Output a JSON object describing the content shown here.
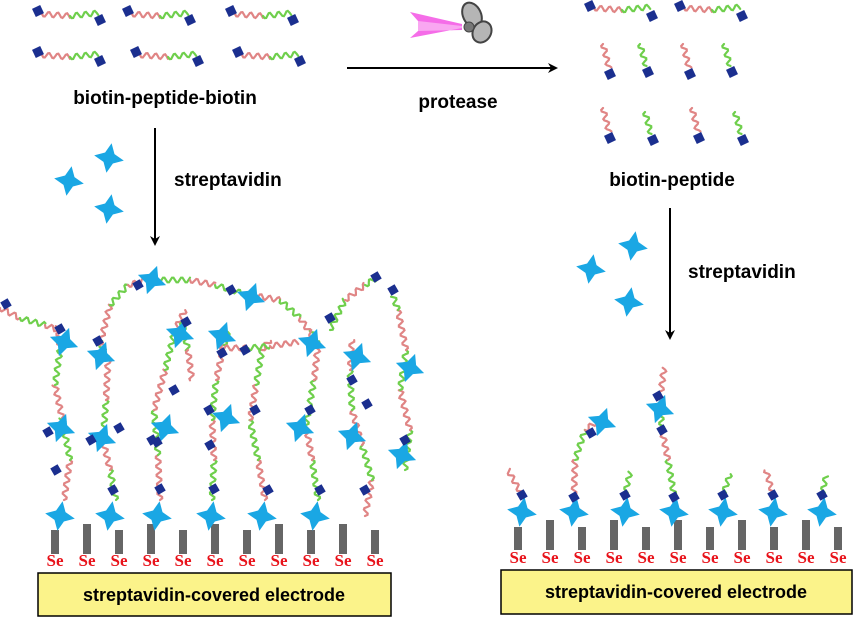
{
  "labels": {
    "biotin_peptide_biotin": "biotin-peptide-biotin",
    "protease": "protease",
    "biotin_peptide": "biotin-peptide",
    "streptavidin_left": "streptavidin",
    "streptavidin_right": "streptavidin",
    "electrode_left": "streptavidin-covered electrode",
    "electrode_right": "streptavidin-covered electrode",
    "se": "Se"
  },
  "colors": {
    "streptavidin": "#1aa7e4",
    "biotin": "#1b2f8f",
    "peptide_red": "#e08585",
    "peptide_green": "#6fcf4c",
    "electrode_fill": "#fbf38a",
    "post": "#666666",
    "se_text": "#e8121a",
    "scissors_blade": "#f56de8"
  },
  "icons": {
    "protease": "scissors-icon",
    "streptavidin": "four-point-star-icon",
    "biotin": "diamond-icon"
  }
}
